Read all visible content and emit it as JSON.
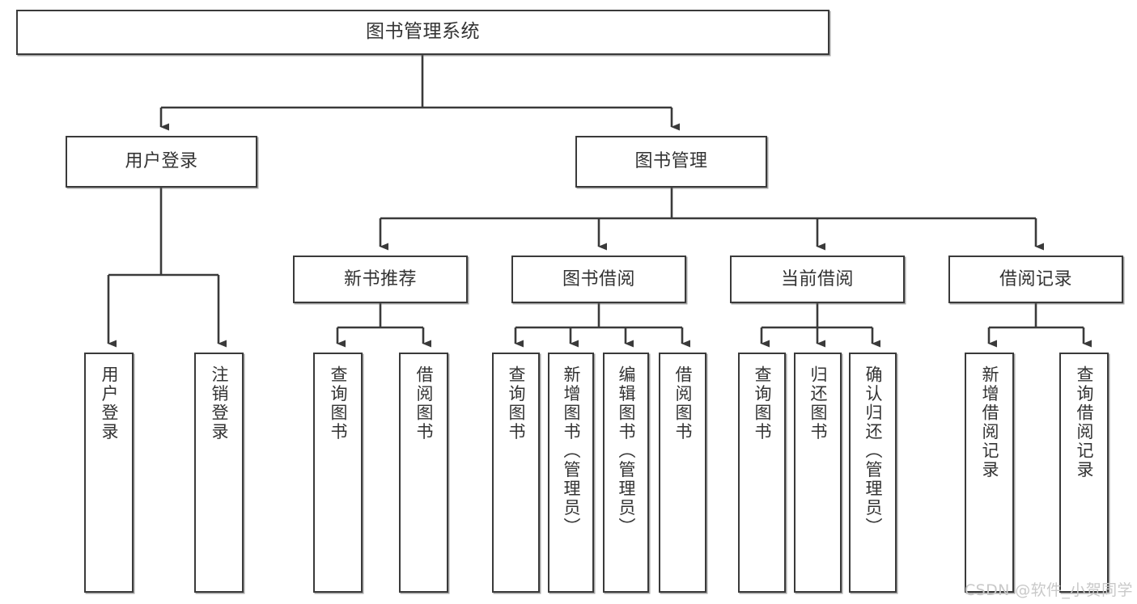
{
  "diagram": {
    "title": "图书管理系统",
    "watermark": "CSDN @软件_小贺同学",
    "colors": {
      "stroke": "#3a3a3a",
      "text": "#333333",
      "background": "#ffffff",
      "watermark": "#c9c9c9"
    },
    "nodes": {
      "root": {
        "label": "图书管理系统"
      },
      "level2": [
        {
          "label": "用户登录"
        },
        {
          "label": "图书管理"
        }
      ],
      "level3": [
        {
          "label": "新书推荐"
        },
        {
          "label": "图书借阅"
        },
        {
          "label": "当前借阅"
        },
        {
          "label": "借阅记录"
        }
      ],
      "leaves_user_login": [
        {
          "label": "用户登录"
        },
        {
          "label": "注销登录"
        }
      ],
      "leaves_new_book": [
        {
          "label": "查询图书"
        },
        {
          "label": "借阅图书"
        }
      ],
      "leaves_borrow": [
        {
          "label": "查询图书"
        },
        {
          "label": "新增图书（管理员）"
        },
        {
          "label": "编辑图书（管理员）"
        },
        {
          "label": "借阅图书"
        }
      ],
      "leaves_current": [
        {
          "label": "查询图书"
        },
        {
          "label": "归还图书"
        },
        {
          "label": "确认归还（管理员）"
        }
      ],
      "leaves_records": [
        {
          "label": "新增借阅记录"
        },
        {
          "label": "查询借阅记录"
        }
      ]
    }
  }
}
